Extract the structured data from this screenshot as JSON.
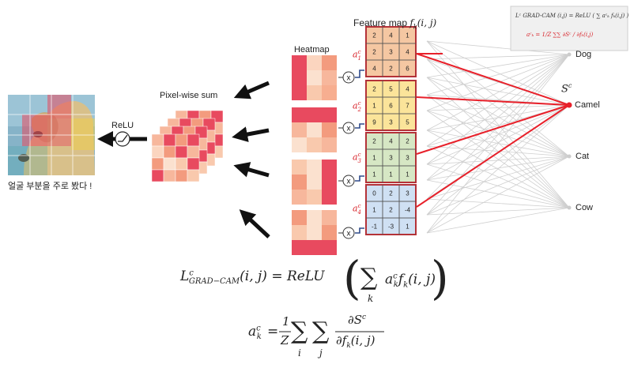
{
  "labels": {
    "feature_map_prefix": "Feature map ",
    "feature_map_math": "f",
    "feature_map_sub": "k",
    "feature_map_args": "(i, j)",
    "heatmap": "Heatmap",
    "pixel_sum": "Pixel-wise sum",
    "relu": "ReLU",
    "korean_caption": "얼굴 부분을 주로 봤다 !",
    "output_score": "S",
    "output_score_sup": "c",
    "multiply": "x"
  },
  "classes": [
    "Dog",
    "Camel",
    "Cat",
    "Cow"
  ],
  "alpha_labels": [
    {
      "base": "a",
      "sup": "c",
      "sub": "1"
    },
    {
      "base": "a",
      "sup": "c",
      "sub": "2"
    },
    {
      "base": "a",
      "sup": "c",
      "sub": "3"
    },
    {
      "base": "a",
      "sup": "c",
      "sub": "4"
    }
  ],
  "feature_maps": [
    {
      "fill": "#f5c7a2",
      "grid": [
        [
          "2",
          "4",
          "1"
        ],
        [
          "2",
          "3",
          "4"
        ],
        [
          "4",
          "2",
          "6"
        ]
      ]
    },
    {
      "fill": "#fbe49a",
      "grid": [
        [
          "2",
          "5",
          "4"
        ],
        [
          "1",
          "6",
          "7"
        ],
        [
          "9",
          "3",
          "5"
        ]
      ]
    },
    {
      "fill": "#d6e7c4",
      "grid": [
        [
          "2",
          "4",
          "2"
        ],
        [
          "1",
          "3",
          "3"
        ],
        [
          "1",
          "1",
          "1"
        ]
      ]
    },
    {
      "fill": "#cfe0f3",
      "grid": [
        [
          "0",
          "2",
          "3"
        ],
        [
          "1",
          "2",
          "-4"
        ],
        [
          "-1",
          "-3",
          "1"
        ]
      ]
    }
  ],
  "heatmaps": [
    [
      [
        "#e84a5f",
        "#fbd5bf",
        "#f39b7e"
      ],
      [
        "#e84a5f",
        "#fbe1cf",
        "#f7b79c"
      ],
      [
        "#e84a5f",
        "#f9c9ad",
        "#f7ae90"
      ]
    ],
    [
      [
        "#e84a5f",
        "#e84a5f",
        "#e84a5f"
      ],
      [
        "#f7b79c",
        "#fbe1cf",
        "#f39b7e"
      ],
      [
        "#fbe1cf",
        "#f9c9ad",
        "#f7b79c"
      ]
    ],
    [
      [
        "#f9c9ad",
        "#fbe1cf",
        "#e84a5f"
      ],
      [
        "#f39b7e",
        "#fbe1cf",
        "#e84a5f"
      ],
      [
        "#f7b79c",
        "#f9c9ad",
        "#e84a5f"
      ]
    ],
    [
      [
        "#f39b7e",
        "#fbe1cf",
        "#f7b79c"
      ],
      [
        "#f9c9ad",
        "#fbe1cf",
        "#f39b7e"
      ],
      [
        "#e84a5f",
        "#e84a5f",
        "#e84a5f"
      ]
    ]
  ],
  "sum_map": [
    [
      "#f7b79c",
      "#e84a5f",
      "#f39b7e",
      "#e84a5f"
    ],
    [
      "#fbd5bf",
      "#f39b7e",
      "#e84a5f",
      "#f7b79c"
    ],
    [
      "#f39b7e",
      "#fbe1cf",
      "#f9c9ad",
      "#e84a5f"
    ],
    [
      "#e84a5f",
      "#f7b79c",
      "#f39b7e",
      "#f9c9ad"
    ]
  ],
  "colors": {
    "accent": "#e8202a",
    "alpha": "#d8232a",
    "frame": "#e8202a",
    "arrow": "#111111",
    "connector": "#2f4a8a",
    "net_line": "#cfcfcf"
  },
  "formula_box": {
    "line1": "Lᶜ GRAD-CAM (i,j) = ReLU ( ∑ aᶜₖ fₖ(i,j) )",
    "line2": "aᶜₖ = 1/Z ∑∑ ∂Sᶜ / ∂fₖ(i,j)"
  },
  "main_formula": {
    "lhs_L": "L",
    "lhs_sup": "c",
    "lhs_sub": "GRAD−CAM",
    "lhs_args": "(i, j) = ReLU",
    "sum_sym": "∑",
    "sum_sub": "k",
    "sum_body_a": "a",
    "sum_body_sup": "c",
    "sum_body_sub": "k",
    "sum_body_f": "f",
    "sum_body_fsub": "k",
    "sum_body_args": "(i, j)",
    "alpha_a": "a",
    "alpha_sup": "c",
    "alpha_sub": "k",
    "eq": "=",
    "frac1_num": "1",
    "frac1_den": "Z",
    "sum_i": "i",
    "sum_j": "j",
    "frac2_num_d": "∂S",
    "frac2_num_sup": "c",
    "frac2_den": "∂f",
    "frac2_den_sub": "k",
    "frac2_den_args": "(i, j)"
  }
}
